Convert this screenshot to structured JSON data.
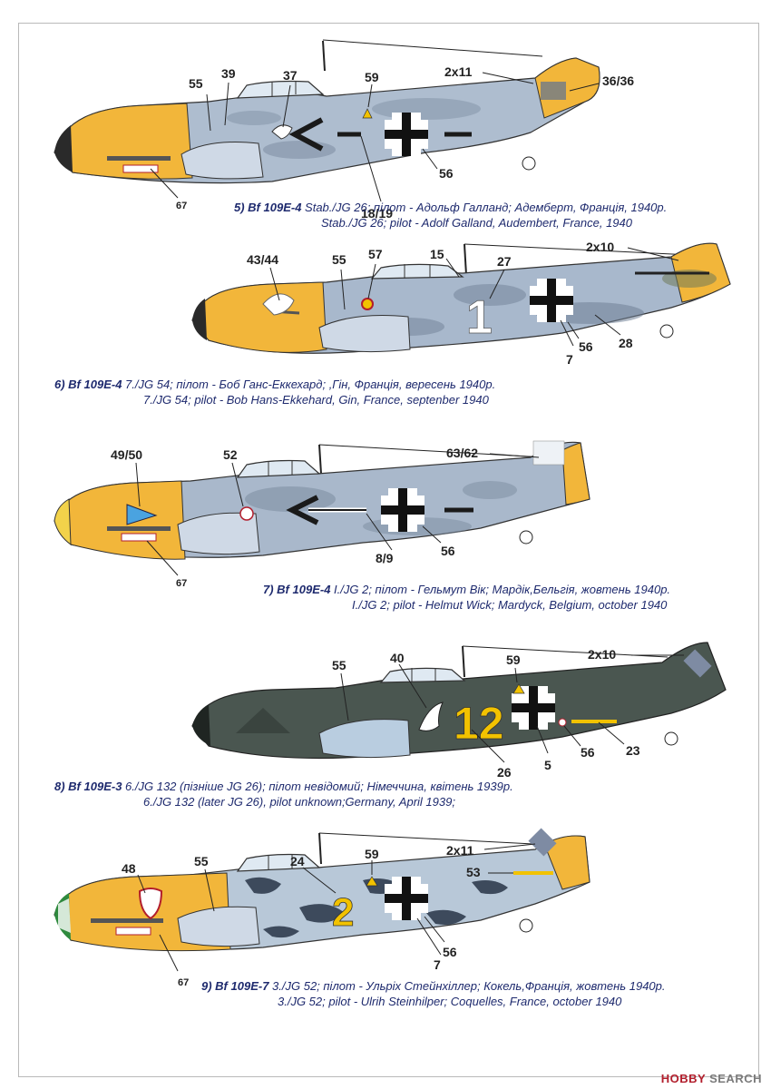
{
  "profiles": [
    {
      "id": "p5",
      "caption": {
        "number": "5) Bf 109E-4",
        "line_ua": "Stab./JG 26; пілот - Адольф Галланд; Адемберт, Франція, 1940р.",
        "line_en": "Stab./JG 26; pilot - Adolf Galland, Audembert, France, 1940"
      },
      "callouts": [
        "55",
        "39",
        "37",
        "59",
        "2x11",
        "36/36",
        "67",
        "18/19",
        "56"
      ],
      "colors": {
        "nose": "#f2b63a",
        "fuselage": "#aebdcf",
        "mottle": "#7f8fa3",
        "underside": "#cfd9e6"
      }
    },
    {
      "id": "p6",
      "caption": {
        "number": "6) Bf 109E-4",
        "line_ua": "7./JG 54; пілот - Боб Ганс-Еккехард; ,Гін, Франція, вересень 1940р.",
        "line_en": "7./JG 54; pilot - Bob Hans-Ekkehard, Gin, France, septenber 1940"
      },
      "callouts": [
        "43/44",
        "55",
        "57",
        "15",
        "27",
        "2x10",
        "7",
        "56",
        "28"
      ],
      "colors": {
        "nose": "#f2b63a",
        "fuselage": "#a8b8cc",
        "mottle": "#6f8096",
        "underside": "#cfd9e6"
      }
    },
    {
      "id": "p7",
      "caption": {
        "number": "7) Bf 109E-4",
        "line_ua": "I./JG 2; пілот - Гельмут Вік; Мардік,Бельгія, жовтень 1940р.",
        "line_en": "I./JG 2; pilot - Helmut Wick; Mardyck, Belgium, october 1940"
      },
      "callouts": [
        "49/50",
        "52",
        "63/62",
        "67",
        "8/9",
        "56"
      ],
      "colors": {
        "nose": "#f2b63a",
        "fuselage": "#a9b8cb",
        "mottle": "#7c8ca0",
        "underside": "#cfd9e6"
      }
    },
    {
      "id": "p8",
      "caption": {
        "number": "8) Bf 109E-3",
        "line_ua": "6./JG 132 (пізніше JG 26); пілот невідомий; Німеччина, квітень 1939р.",
        "line_en": "6./JG 132 (later JG 26), pilot unknown;Germany, April 1939;"
      },
      "callouts": [
        "55",
        "40",
        "59",
        "2x10",
        "26",
        "5",
        "56",
        "23"
      ],
      "colors": {
        "nose": "#3f4a45",
        "fuselage": "#4a5650",
        "mottle": "#2f3935",
        "underside": "#b9cde0"
      }
    },
    {
      "id": "p9",
      "caption": {
        "number": "9) Bf 109E-7",
        "line_ua": "3./JG 52; пілот - Ульріх Стейнхіллер; Кокель,Франція, жовтень 1940р.",
        "line_en": "3./JG 52; pilot - Ulrih Steinhilper; Coquelles, France, october 1940"
      },
      "callouts": [
        "48",
        "55",
        "24",
        "59",
        "2x11",
        "53",
        "7",
        "56",
        "67"
      ],
      "colors": {
        "nose": "#f2b63a",
        "fuselage": "#b8c8d8",
        "mottle": "#3d4a5c",
        "underside": "#cfd9e6"
      }
    }
  ],
  "markings": {
    "p6_fuselage_number": "1",
    "p8_fuselage_number": "12",
    "p9_fuselage_number": "2"
  },
  "watermark": {
    "brand_a": "HOBBY",
    "brand_b": "SEARCH"
  }
}
